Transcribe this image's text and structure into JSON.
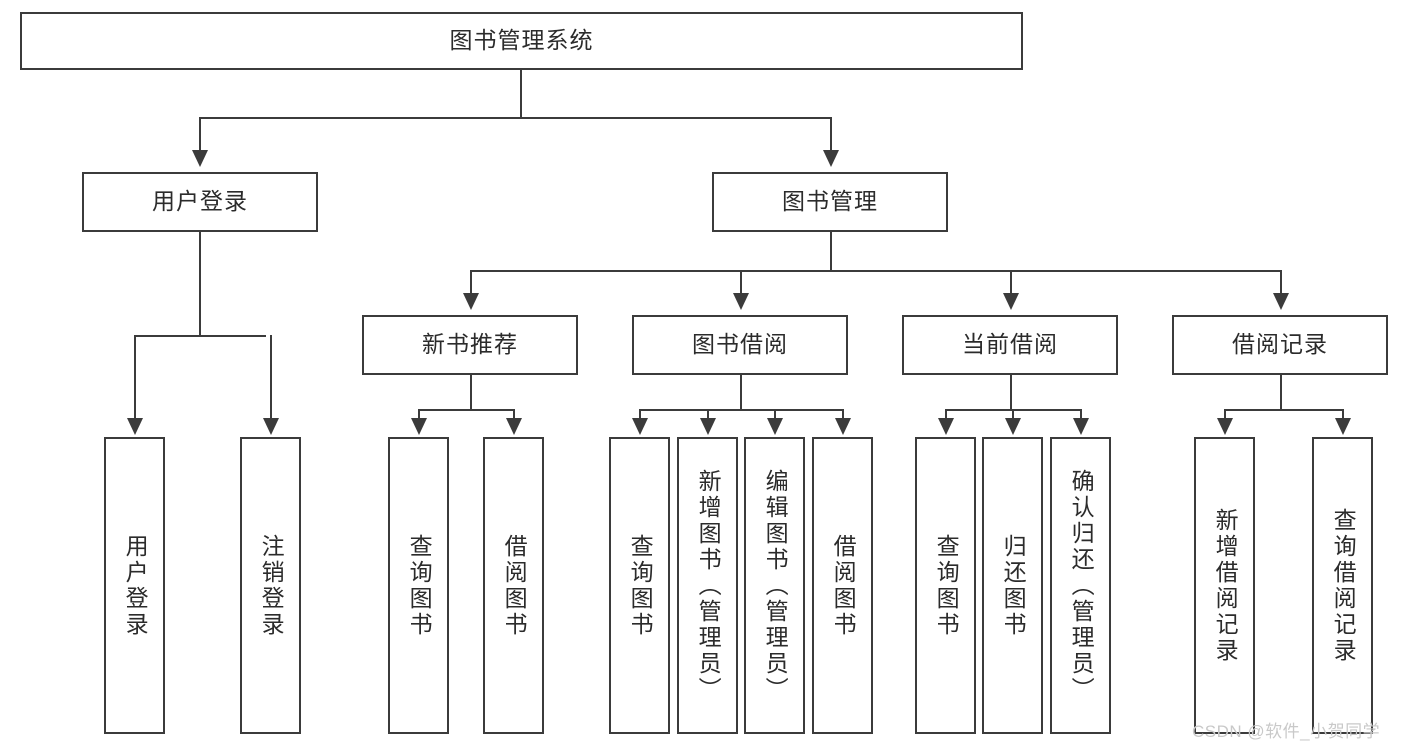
{
  "diagram": {
    "type": "tree-hierarchy",
    "title": "图书管理系统",
    "root": {
      "label": "图书管理系统",
      "children": [
        {
          "label": "用户登录",
          "children": [
            {
              "label": "用户登录"
            },
            {
              "label": "注销登录"
            }
          ]
        },
        {
          "label": "图书管理",
          "children": [
            {
              "label": "新书推荐",
              "children": [
                {
                  "label": "查询图书"
                },
                {
                  "label": "借阅图书"
                }
              ]
            },
            {
              "label": "图书借阅",
              "children": [
                {
                  "label": "查询图书"
                },
                {
                  "label": "新增图书（管理员）"
                },
                {
                  "label": "编辑图书（管理员）"
                },
                {
                  "label": "借阅图书"
                }
              ]
            },
            {
              "label": "当前借阅",
              "children": [
                {
                  "label": "查询图书"
                },
                {
                  "label": "归还图书"
                },
                {
                  "label": "确认归还（管理员）"
                }
              ]
            },
            {
              "label": "借阅记录",
              "children": [
                {
                  "label": "新增借阅记录"
                },
                {
                  "label": "查询借阅记录"
                }
              ]
            }
          ]
        }
      ]
    },
    "nodes": {
      "root": "图书管理系统",
      "user_login": "用户登录",
      "book_manage": "图书管理",
      "new_book_rec": "新书推荐",
      "book_borrow": "图书借阅",
      "current_borrow": "当前借阅",
      "borrow_record": "借阅记录",
      "leaf_user_login": "用户登录",
      "leaf_logout": "注销登录",
      "leaf_rec_query": "查询图书",
      "leaf_rec_borrow": "借阅图书",
      "leaf_borrow_query": "查询图书",
      "leaf_borrow_add": "新增图书（管理员）",
      "leaf_borrow_edit": "编辑图书（管理员）",
      "leaf_borrow_lend": "借阅图书",
      "leaf_cur_query": "查询图书",
      "leaf_cur_return": "归还图书",
      "leaf_cur_confirm": "确认归还（管理员）",
      "leaf_rec_add": "新增借阅记录",
      "leaf_rec_search": "查询借阅记录"
    },
    "colors": {
      "stroke": "#3b3b3b",
      "fill": "#ffffff",
      "text": "#2b2b2b",
      "watermark": "#c9c9c9"
    }
  },
  "watermark": {
    "text": "CSDN @软件_小贺同学"
  }
}
